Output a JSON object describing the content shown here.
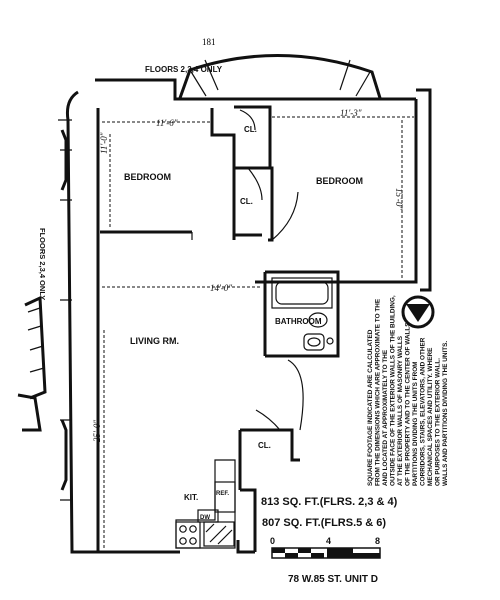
{
  "page_number": "181",
  "header_note": "FLOORS 2,3,4 ONLY",
  "side_note": "FLOORS 2,3,4 ONLY",
  "rooms": {
    "bedroom_left": "BEDROOM",
    "bedroom_right": "BEDROOM",
    "living": "LIVING RM.",
    "bathroom": "BATHROOM",
    "kitchen": "KIT.",
    "closet_top": "CL.",
    "closet_mid": "CL.",
    "closet_bottom": "CL.",
    "refrigerator": "REF.",
    "dishwasher": "DW"
  },
  "dimensions": {
    "bedroom_left_width": "11'-6\"",
    "bedroom_right_width": "11'-3\"",
    "bedroom_left_depth": "11'-0\"",
    "bedroom_right_depth": "15'-0\"",
    "living_width": "14'-0\"",
    "living_depth": "25'-0\""
  },
  "area": {
    "floors_2_3_4": "813 SQ. FT.(FLRS. 2,3 & 4)",
    "floors_5_6": "807 SQ. FT.(FLRS.5 & 6)"
  },
  "scale": {
    "labels": [
      "0",
      "4",
      "8"
    ]
  },
  "unit_name": "78 W.85 ST. UNIT D",
  "disclaimer": [
    "SQUARE FOOTAGE INDICATED ARE CALCULATED",
    "FROM THE DIMENSIONS WHICH ARE APPROXIMATE TO THE",
    "AND LOCATED AT APPROXIMATELY TO THE",
    "OUTSIDE FACE OF THE EXTERIOR WALLS OF THE BUILDING,",
    "AT THE EXTERIOR WALLS OF MASONRY WALLS",
    "OF THE PROPERTY AND TO THE CENTER OF WALLS",
    "PARTITIONS DIVIDING THE UNITS FROM",
    "CORRIDORS, STAIRS, ELEVATORS, AND OTHER",
    "MECHANICAL SPACES AND UTILITY. WHERE",
    "OR PURPOSES TO THE EXTERIOR WALL.",
    "WALLS AND PARTITIONS DIVIDING THE UNITS."
  ]
}
